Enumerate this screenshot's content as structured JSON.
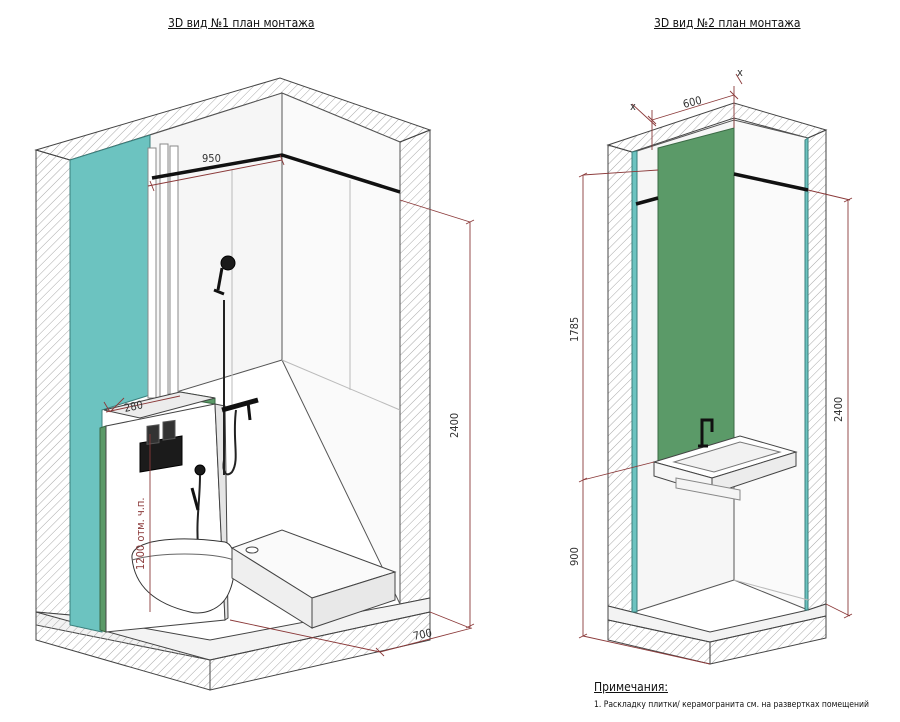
{
  "views": [
    {
      "title": "3D вид №1  план монтажа",
      "dimensions": {
        "width_top": "950",
        "depth_bottom": "700",
        "height": "2400",
        "partition_depth": "280",
        "install_height": "1200 отм. ч.п."
      }
    },
    {
      "title": "3D вид №2  план монтажа",
      "dimensions": {
        "panel_width": "600",
        "upper_height": "1785",
        "height": "2400",
        "lower_height": "900",
        "marker_left": "x",
        "marker_right": "x"
      }
    }
  ],
  "notes": {
    "heading": "Примечания:",
    "items": [
      "1. Раскладку плитки/ керамогранита см. на развертках помещений"
    ]
  },
  "colors": {
    "teal_panel": "#6cc3c0",
    "green_panel": "#5b9a68",
    "dimension_line": "#8b3a3a",
    "hatch": "#9a9a9a",
    "line": "#333333"
  }
}
